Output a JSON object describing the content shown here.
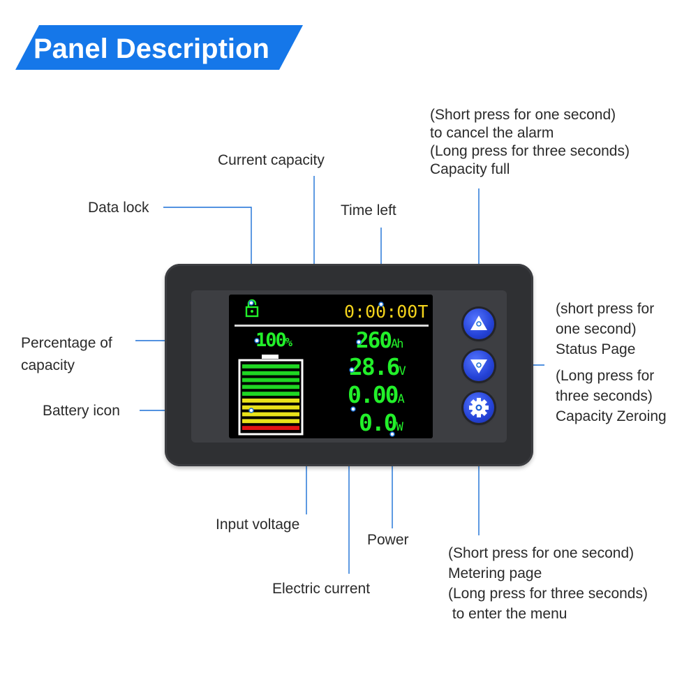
{
  "header": {
    "title": "Panel Description"
  },
  "labels": {
    "data_lock": "Data lock",
    "current_capacity": "Current capacity",
    "time_left": "Time left",
    "percentage_of_capacity": [
      "Percentage of",
      "capacity"
    ],
    "battery_icon": "Battery icon",
    "input_voltage": "Input voltage",
    "power": "Power",
    "electric_current": "Electric current"
  },
  "buttons": {
    "up": [
      "(Short press for one second)",
      "to cancel the alarm",
      "(Long press for three seconds)",
      "Capacity full"
    ],
    "down": [
      "(short press for",
      "one second)",
      "Status Page",
      "(Long press for",
      "three seconds)",
      "Capacity Zeroing"
    ],
    "settings": [
      "(Short press for one second)",
      "Metering page",
      "(Long press for three seconds)",
      " to enter the menu"
    ]
  },
  "display": {
    "time": "0:00:00T",
    "percent_value": "100",
    "percent_unit": "%",
    "capacity_value": "260",
    "capacity_unit": "Ah",
    "voltage_value": "28.6",
    "voltage_unit": "V",
    "current_value": "0.00",
    "current_unit": "A",
    "power_value": "0.0",
    "power_unit": "W"
  },
  "battery": {
    "level_percent": 100,
    "bar_colors": [
      "#1fd623",
      "#1fd623",
      "#1fd623",
      "#1fd623",
      "#1fd623",
      "#e9e31a",
      "#e9e31a",
      "#e9e31a",
      "#e9e31a",
      "#e31414"
    ]
  },
  "colors": {
    "banner": "#1577e9",
    "connector": "#1a6fd6",
    "lcd_green": "#22f02a",
    "lcd_yellow": "#f3d31c",
    "button_blue": "#2442d6"
  },
  "icons": [
    "lock-icon",
    "triangle-up-icon",
    "triangle-down-icon",
    "gear-icon"
  ]
}
